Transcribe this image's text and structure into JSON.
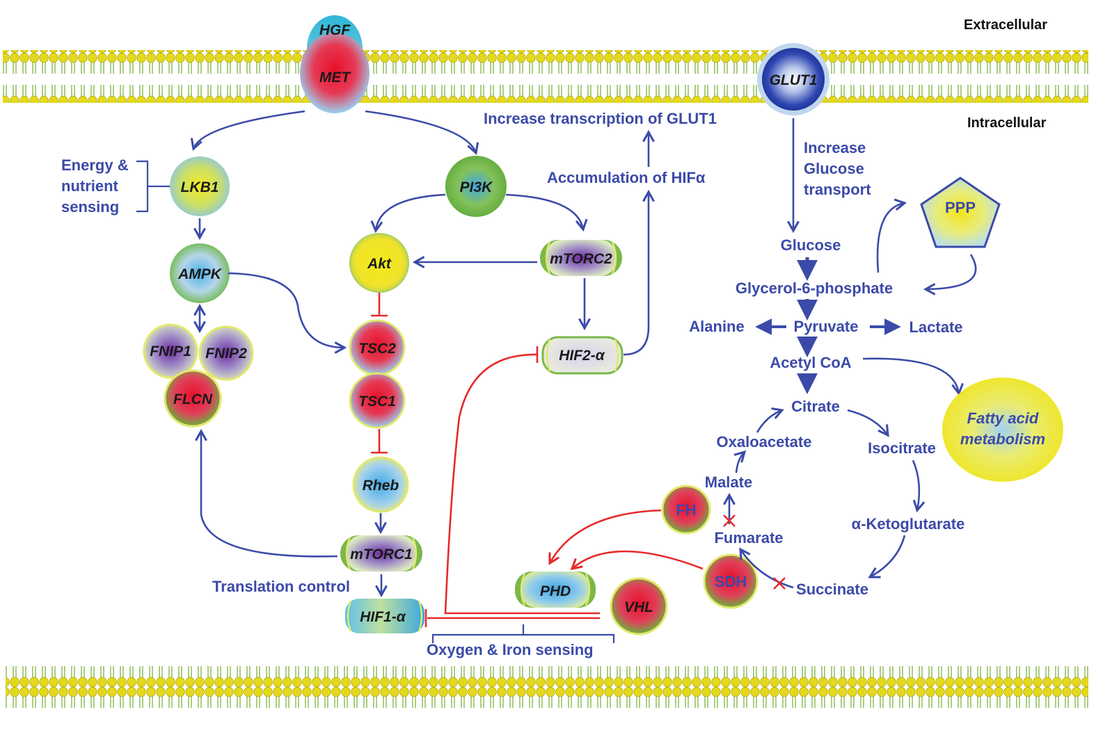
{
  "regions": {
    "extracellular": "Extracellular",
    "intracellular": "Intracellular"
  },
  "proteins": {
    "hgf": "HGF",
    "met": "MET",
    "glut1": "GLUT1",
    "lkb1": "LKB1",
    "ampk": "AMPK",
    "fnip1": "FNIP1",
    "fnip2": "FNIP2",
    "flcn": "FLCN",
    "pi3k": "PI3K",
    "akt": "Akt",
    "mtorc2": "mTORC2",
    "tsc2": "TSC2",
    "tsc1": "TSC1",
    "rheb": "Rheb",
    "mtorc1": "mTORC1",
    "hif1a": "HIF1-α",
    "hif2a": "HIF2-α",
    "phd": "PHD",
    "vhl": "VHL",
    "fh": "FH",
    "sdh": "SDH",
    "ppp": "PPP"
  },
  "labels": {
    "energy": [
      "Energy &",
      "nutrient",
      "sensing"
    ],
    "increase_glut1": "Increase transcription of GLUT1",
    "accumulation_hif": "Accumulation of HIFα",
    "increase_glucose": [
      "Increase",
      "Glucose",
      "transport"
    ],
    "translation": "Translation control",
    "oxygen_iron": "Oxygen & Iron sensing",
    "fatty_acid": [
      "Fatty acid",
      "metabolism"
    ]
  },
  "metabolites": {
    "glucose": "Glucose",
    "g6p": "Glycerol-6-phosphate",
    "alanine": "Alanine",
    "pyruvate": "Pyruvate",
    "lactate": "Lactate",
    "acetyl_coa": "Acetyl CoA",
    "citrate": "Citrate",
    "oxaloacetate": "Oxaloacetate",
    "isocitrate": "Isocitrate",
    "malate": "Malate",
    "akg": "α-Ketoglutarate",
    "fumarate": "Fumarate",
    "succinate": "Succinate"
  },
  "colors": {
    "pathway": "#3b4aa8",
    "inhibition": "#e52a2a",
    "membrane_head": "#e0d81c",
    "membrane_tail": "#86b84a"
  }
}
